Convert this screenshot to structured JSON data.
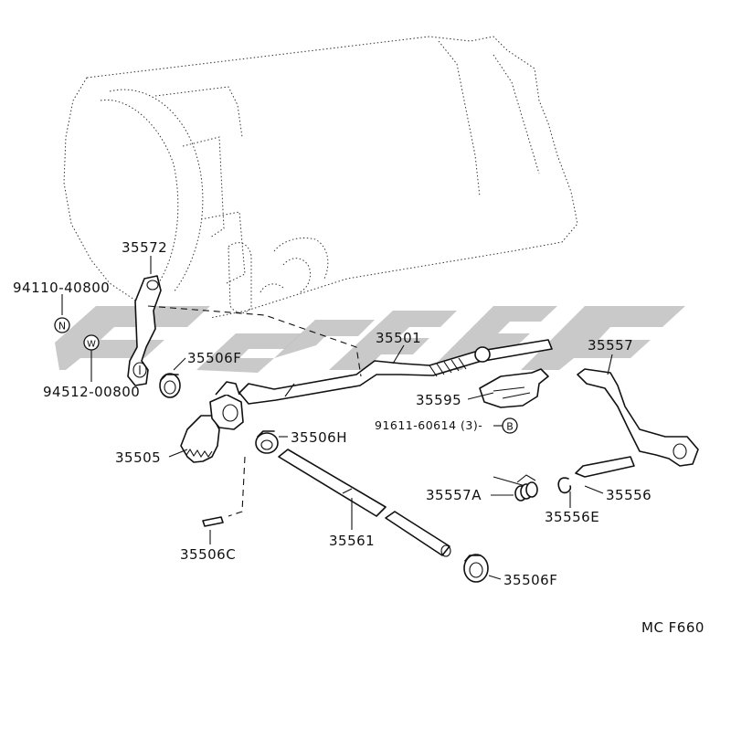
{
  "figure_code": "MC F660",
  "part_labels": {
    "p35572": "35572",
    "p94110": "94110-40800",
    "p94512": "94512-00800",
    "p35506F_upper": "35506F",
    "p35505": "35505",
    "p35506H": "35506H",
    "p35506C": "35506C",
    "p35561": "35561",
    "p35501": "35501",
    "p35595": "35595",
    "p91611": "91611-60614 (3)-",
    "p35557": "35557",
    "p35557A": "35557A",
    "p35556E": "35556E",
    "p35556": "35556",
    "p35506F_lower": "35506F"
  },
  "symbols": {
    "symbol_n": "N",
    "symbol_w": "W",
    "symbol_b": "B"
  },
  "colors": {
    "ink": "#111111",
    "watermark": "#bfbfbf",
    "background": "#ffffff"
  }
}
